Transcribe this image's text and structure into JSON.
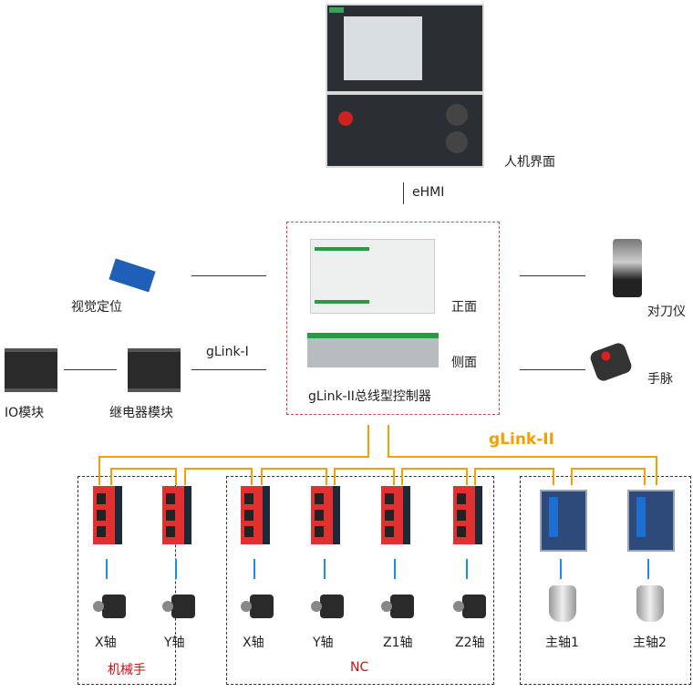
{
  "hmi": {
    "label": "人机界面",
    "link": "eHMI"
  },
  "controller": {
    "front": "正面",
    "side": "侧面",
    "name": "gLink-II总线型控制器"
  },
  "left": {
    "vision": "视觉定位",
    "relay": "继电器模块",
    "io": "IO模块",
    "bus": "gLink-I"
  },
  "right": {
    "tool_setter": "对刀仪",
    "handwheel": "手脉"
  },
  "bus_label": "gLink-II",
  "groups": [
    {
      "name": "机械手",
      "axes": [
        "X轴",
        "Y轴"
      ]
    },
    {
      "name": "NC",
      "axes": [
        "X轴",
        "Y轴",
        "Z1轴",
        "Z2轴"
      ]
    },
    {
      "name": "",
      "axes": [
        "主轴1",
        "主轴2"
      ]
    }
  ],
  "colors": {
    "bus": "#f5a000",
    "group_label": "#cc1111",
    "controller_border": "#e04050"
  }
}
